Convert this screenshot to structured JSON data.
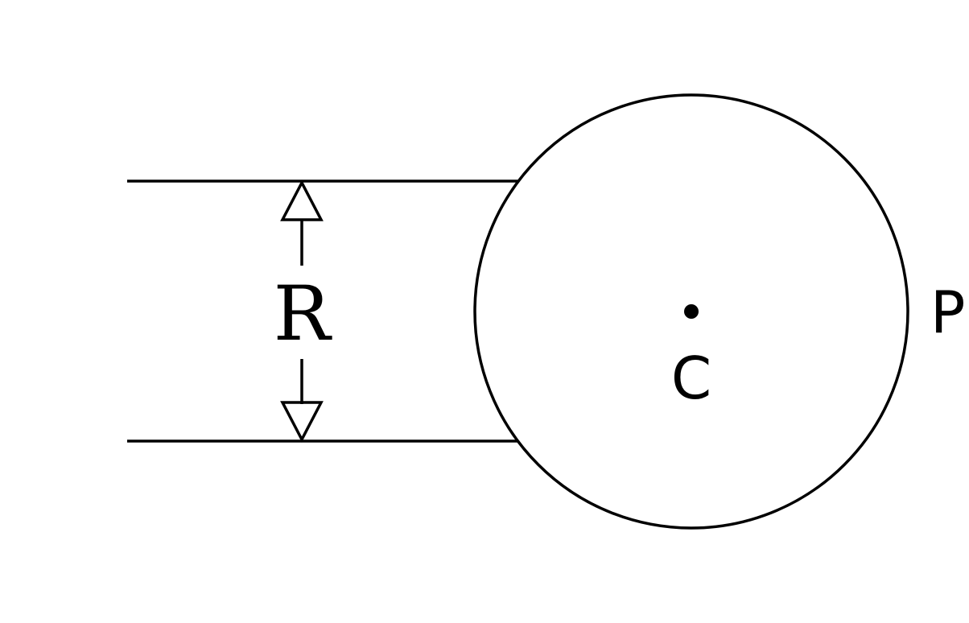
{
  "diagram": {
    "labels": {
      "width": "R",
      "center": "C",
      "point": "P"
    },
    "colors": {
      "stroke": "#000000",
      "background": "#ffffff"
    }
  }
}
